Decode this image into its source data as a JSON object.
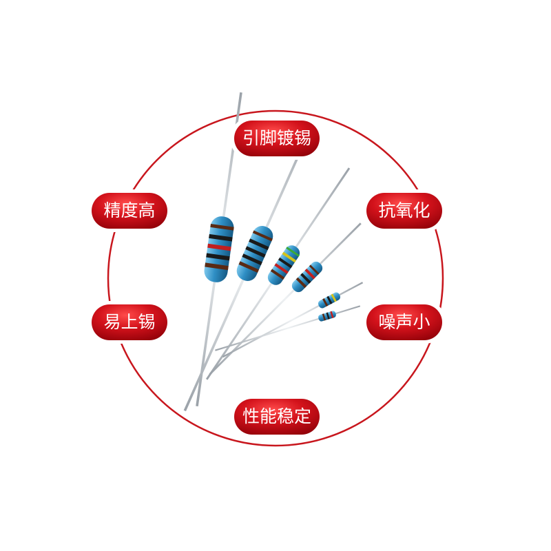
{
  "features": [
    {
      "id": "top",
      "label": "引脚镀锡"
    },
    {
      "id": "upper-right",
      "label": "抗氧化"
    },
    {
      "id": "lower-right",
      "label": "噪声小"
    },
    {
      "id": "bottom",
      "label": "性能稳定"
    },
    {
      "id": "lower-left",
      "label": "易上锡"
    },
    {
      "id": "upper-left",
      "label": "精度高"
    }
  ],
  "colors": {
    "ring": "#c8161d",
    "pill": "#c50f17",
    "pill_highlight": "#ff5a5a",
    "resistor_body": "#2f8fc5",
    "lead": "#c9ced3"
  }
}
